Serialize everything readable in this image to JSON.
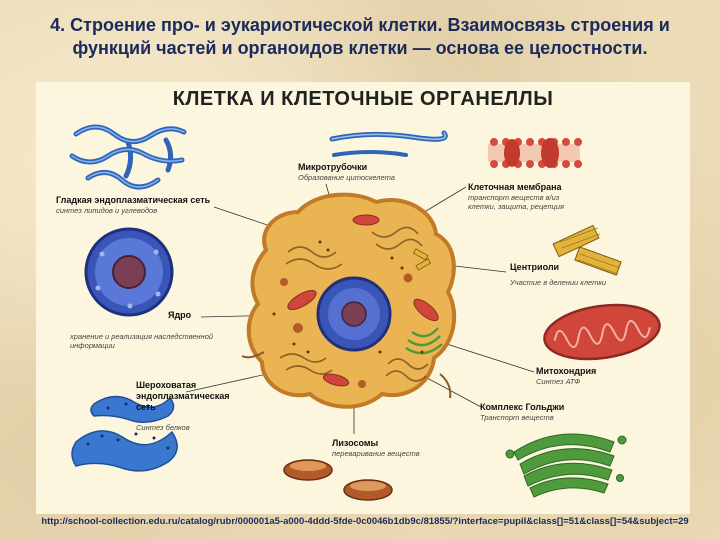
{
  "slide": {
    "title": "4. Строение про- и эукариотической клетки. Взаимосвязь строения и функций частей и органоидов клетки — основа ее целостности.",
    "source_url": "http://school-collection.edu.ru/catalog/rubr/000001a5-a000-4ddd-5fde-0c0046b1db9c/81855/?interface=pupil&class[]=51&class[]=54&subject=29"
  },
  "figure": {
    "title": "КЛЕТКА И КЛЕТОЧНЫЕ ОРГАНЕЛЛЫ",
    "labels": {
      "smooth_er": {
        "name": "Гладкая эндоплазматическая сеть",
        "desc": "синтез липидов и углеводов"
      },
      "nucleus": {
        "name": "Ядро",
        "desc": "хранение и реализация наследственной информации"
      },
      "rough_er": {
        "name": "Шероховатая эндоплазматическая сеть",
        "desc": "Синтез белков"
      },
      "microtubules": {
        "name": "Микротрубочки",
        "desc": "Образование цитоскелета"
      },
      "membrane": {
        "name": "Клеточная мембрана",
        "desc": "транспорт веществ в/из клетки, защита, рецепция"
      },
      "centrioles": {
        "name": "Центриоли",
        "desc": "Участие в делении клетки"
      },
      "mitochondria": {
        "name": "Митохондрия",
        "desc": "Синтез АТФ"
      },
      "golgi": {
        "name": "Комплекс Гольджи",
        "desc": "Транспорт веществ"
      },
      "lysosomes": {
        "name": "Лизосомы",
        "desc": "переваривание веществ"
      }
    },
    "colors": {
      "cytoplasm": "#e9b451",
      "membrane": "#c07a28",
      "nucleus": "#3a55b8",
      "nucleolus": "#7a3f55",
      "er_blue": "#3f7fd6",
      "mitochondria": "#d0463a",
      "golgi": "#4e9a3c",
      "lysosome": "#b25a2a"
    }
  }
}
